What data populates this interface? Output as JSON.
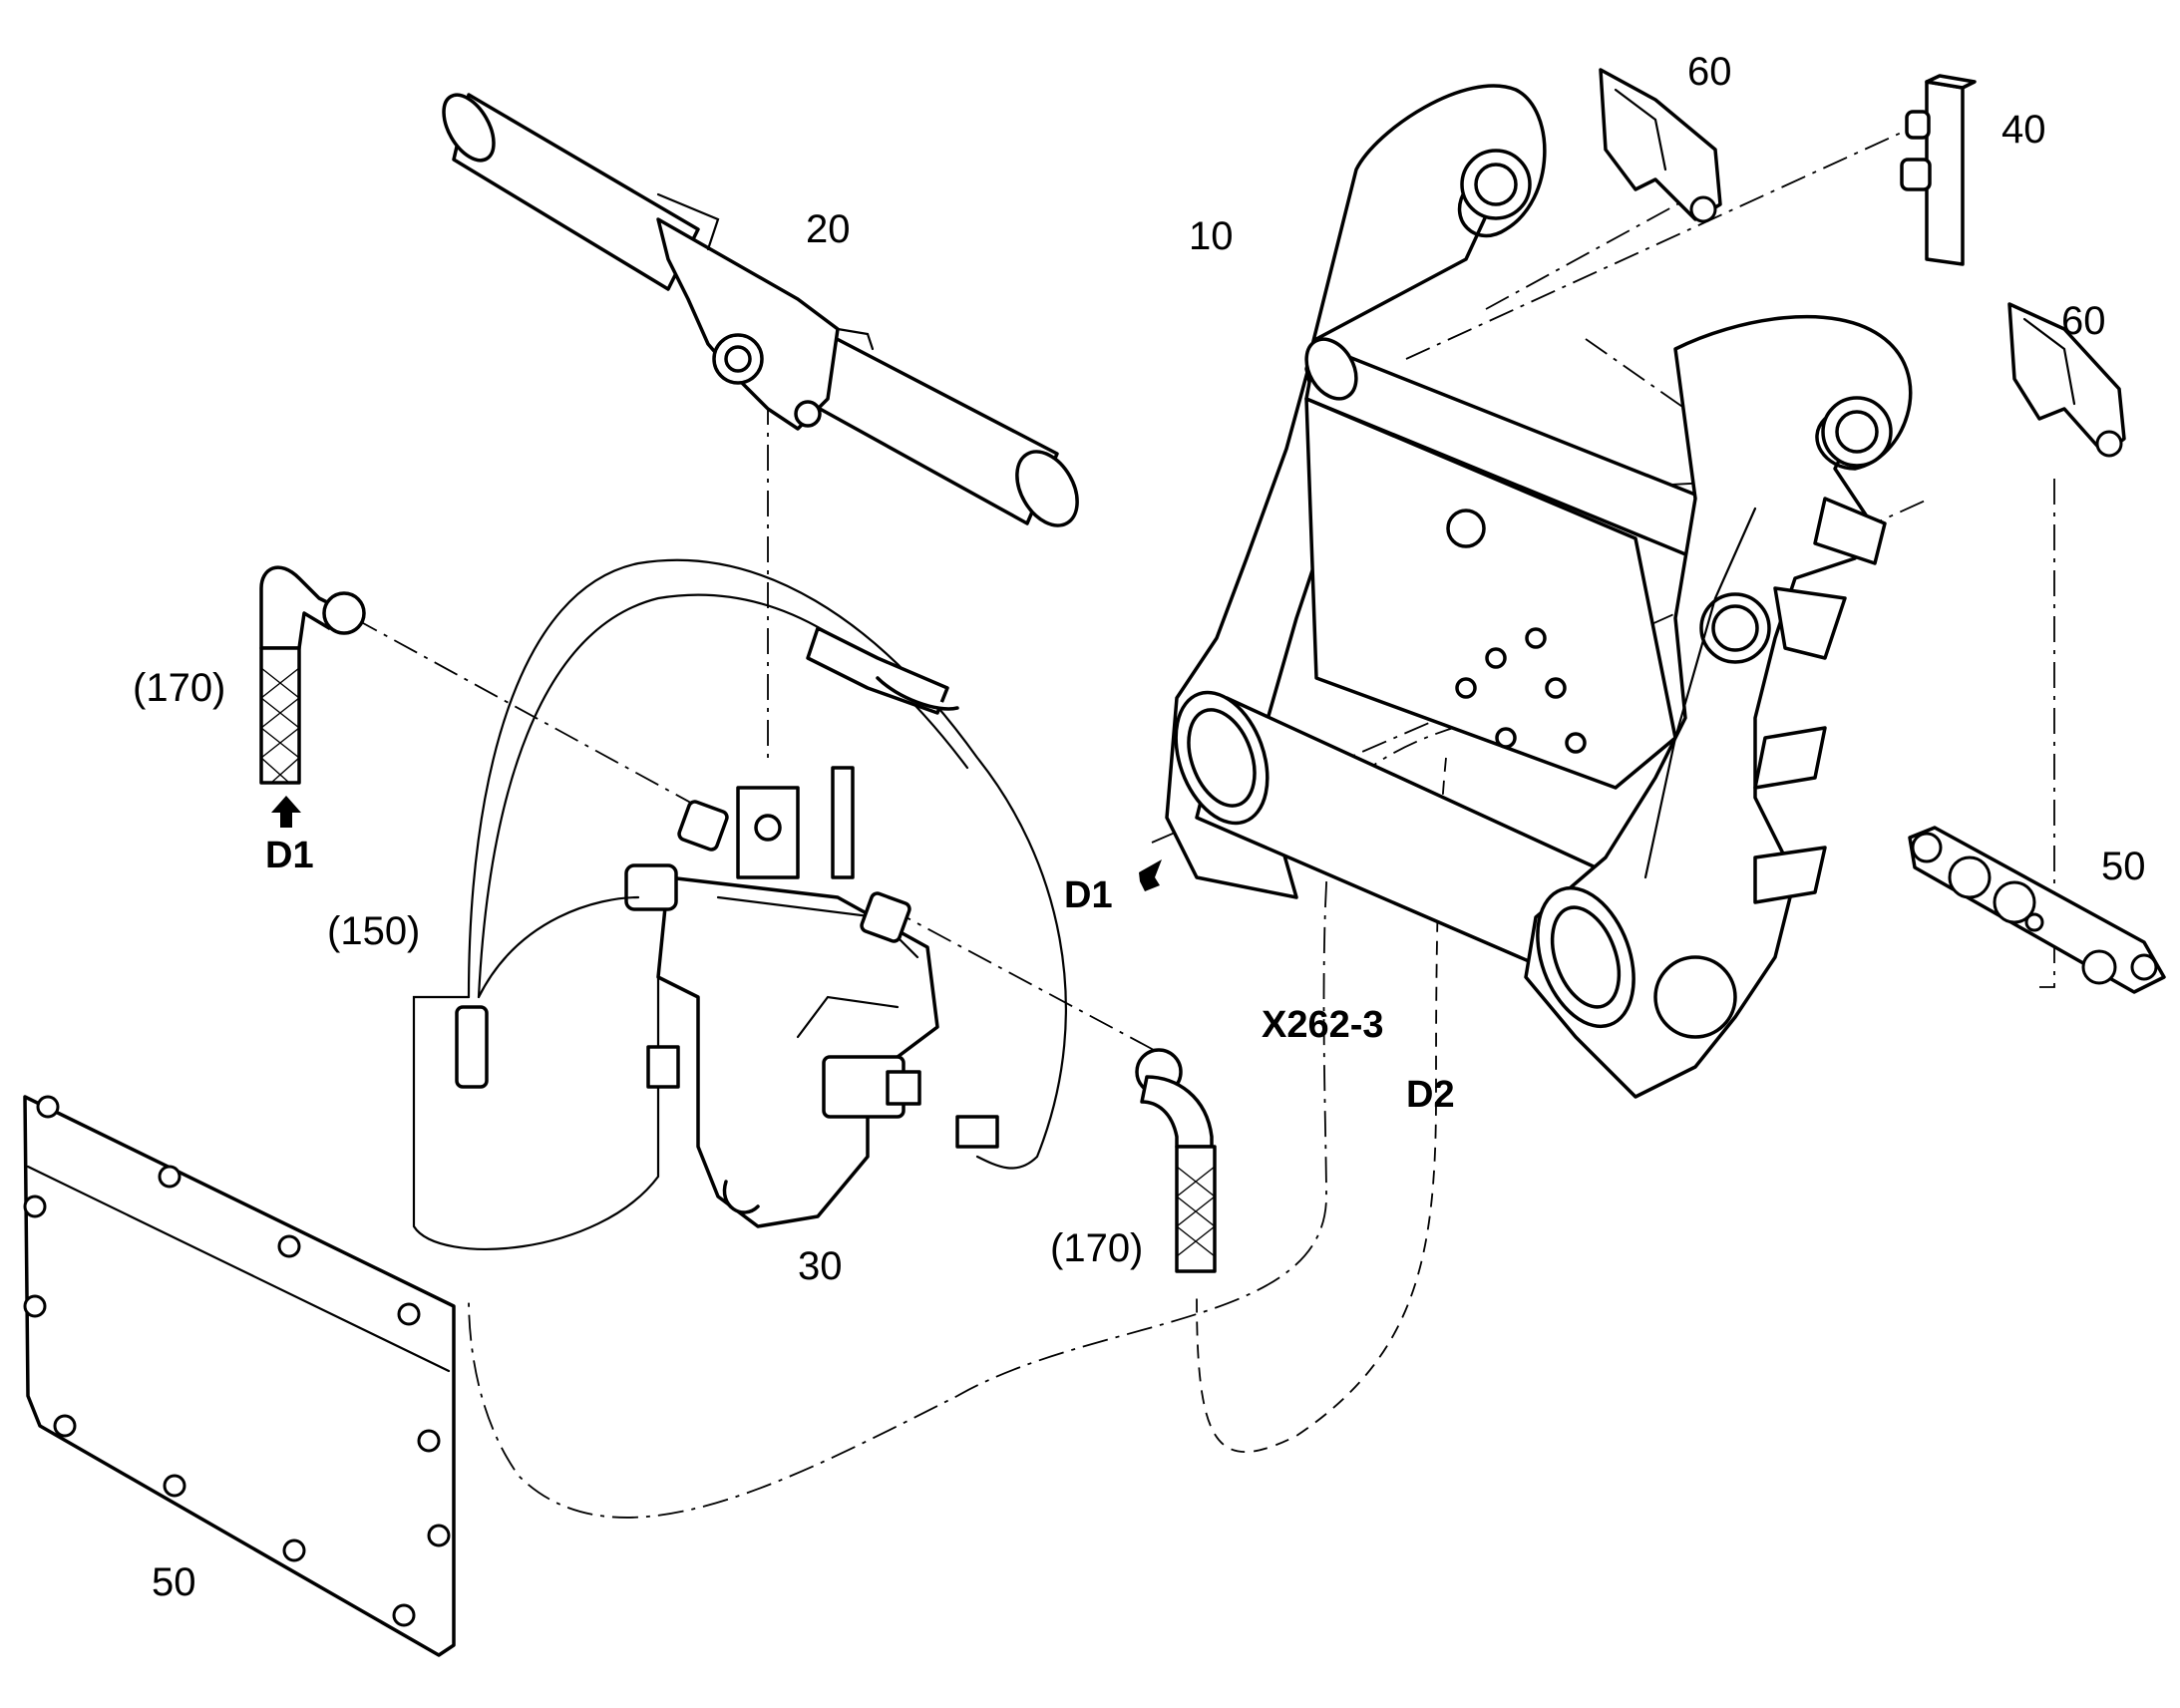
{
  "callouts": {
    "item_10": "10",
    "item_20": "20",
    "item_30": "30",
    "item_40": "40",
    "item_50_right": "50",
    "item_50_left": "50",
    "item_60_top": "60",
    "item_60_right": "60",
    "item_170_top": "(170)",
    "item_170_bottom": "(170)",
    "item_150": "(150)"
  },
  "connections": {
    "d1_left": "D1",
    "d1_right": "D1",
    "d2": "D2",
    "connector": "X262-3"
  }
}
